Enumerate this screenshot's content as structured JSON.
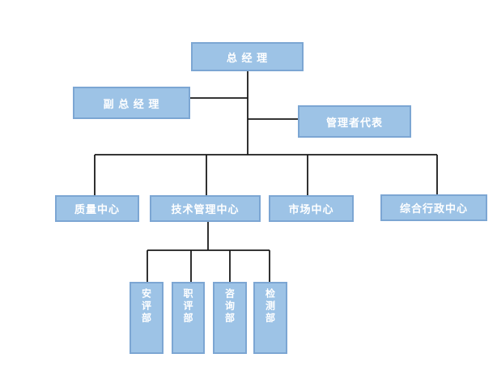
{
  "org_chart": {
    "type": "org-hierarchy-diagram",
    "colors": {
      "box_fill": "#9DC3E6",
      "box_border": "#7CA6D3",
      "connector_line": "#1A1A1A",
      "box_text": "#FFFFFF",
      "background": "#FFFFFF"
    },
    "root": {
      "label": "总 经 理"
    },
    "staff": [
      {
        "label": "副 总 经 理",
        "side": "left"
      },
      {
        "label": "管理者代表",
        "side": "right"
      }
    ],
    "centers": [
      {
        "label": "质量中心"
      },
      {
        "label": "技术管理中心"
      },
      {
        "label": "市场中心"
      },
      {
        "label": "综合行政中心"
      }
    ],
    "departments_parent": "技术管理中心",
    "departments": [
      {
        "label": "安评部"
      },
      {
        "label": "职评部"
      },
      {
        "label": "咨询部"
      },
      {
        "label": "检测部"
      }
    ]
  }
}
